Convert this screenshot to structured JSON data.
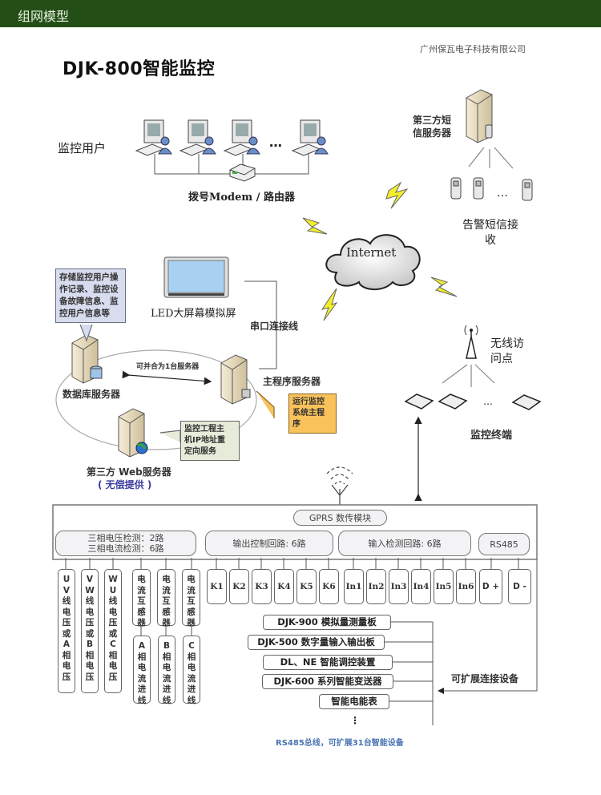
{
  "header": {
    "title": "组网模型"
  },
  "company": "广州保瓦电子科技有限公司",
  "diagram_title": "DJK-800智能监控",
  "users": {
    "label": "监控用户",
    "ellipsis": "…",
    "router_label": "拨号Modem / 路由器"
  },
  "sms": {
    "server_label": "第三方短信服务器",
    "server_label_l1": "第三方短",
    "server_label_l2": "信服务器",
    "receive_l1": "告警短信接",
    "receive_l2": "收",
    "ellipsis": "…"
  },
  "internet": {
    "label": "Internet"
  },
  "led": {
    "label": "LED大屏幕模拟屏",
    "serial_label": "串口连接线"
  },
  "db": {
    "callout_lines": [
      "存储监控用户操",
      "作记录、监控设",
      "备故障信息、监",
      "控用户信息等"
    ],
    "label": "数据库服务器",
    "merge_label": "可并合为1台服务器"
  },
  "main_server": {
    "label": "主程序服务器",
    "callout_lines": [
      "运行监控",
      "系统主程",
      "序"
    ]
  },
  "web_server": {
    "callout_lines": [
      "监控工程主",
      "机IP地址重",
      "定向服务"
    ],
    "label": "第三方 Web服务器",
    "sublabel": "( 无偿提供 )"
  },
  "wireless": {
    "ap_l1": "无线访",
    "ap_l2": "问点",
    "terminal_label": "监控终端",
    "ellipsis": "…"
  },
  "module": {
    "gprs": "GPRS 数传模块",
    "groups": [
      {
        "l1": "三相电压检测：2路",
        "l2": "三相电流检测：6路"
      },
      {
        "l1": "输出控制回路: 6路"
      },
      {
        "l1": "输入检测回路: 6路"
      },
      {
        "l1": "RS485"
      }
    ],
    "voltage_boxes": [
      "UV线电压或A相电压",
      "VW线电压或B相电压",
      "WU线电压或C相电压"
    ],
    "ct_boxes": [
      "电流互感器",
      "电流互感器",
      "电流互感器"
    ],
    "phase_boxes": [
      "A相电流进线",
      "B相电流进线",
      "C相电流进线"
    ],
    "outputs": [
      "K1",
      "K2",
      "K3",
      "K4",
      "K5",
      "K6"
    ],
    "inputs": [
      "In1",
      "In2",
      "In3",
      "In4",
      "In5",
      "In6"
    ],
    "rs485": [
      "D +",
      "D -"
    ]
  },
  "bus_devices": [
    "DJK-900 模拟量测量板",
    "DJK-500 数字量输入输出板",
    "DL、NE 智能调控装置",
    "DJK-600 系列智能变送器",
    "智能电能表"
  ],
  "bus_ellipsis": "⋮",
  "expand_label": "可扩展连接设备",
  "bus_note": "RS485总线，可扩展31台智能设备",
  "colors": {
    "header_bg": "#234f16",
    "callout_blue": "#d8dcef",
    "callout_orange": "#fac25a",
    "callout_green": "#e6ecd9",
    "note_blue": "#4a74b4",
    "bolt": "#f2ee2a"
  }
}
